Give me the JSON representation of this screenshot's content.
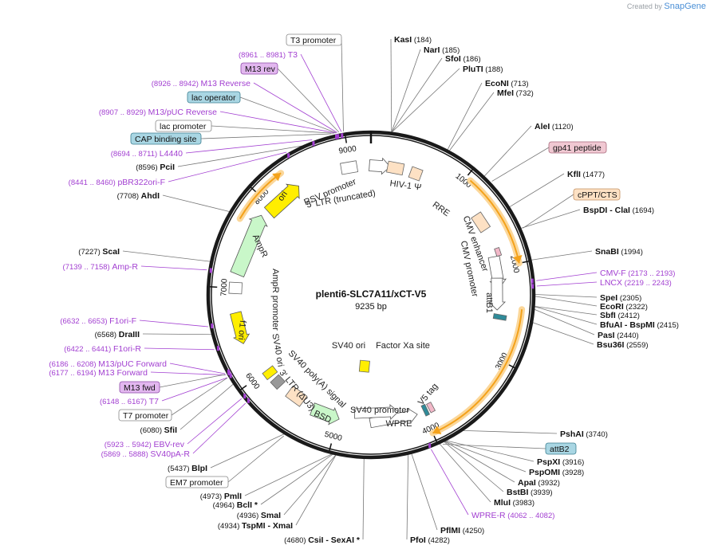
{
  "watermark": {
    "created_by": "Created by",
    "brand": "SnapGene"
  },
  "plasmid": {
    "name": "plenti6-SLC7A11/xCT-V5",
    "length": "9235 bp"
  },
  "ticks": [
    "1000",
    "2000",
    "3000",
    "4000",
    "5000",
    "6000",
    "7000",
    "8000",
    "9000"
  ],
  "colors": {
    "site_line": "#777777",
    "primer": "#a23fd1",
    "feature_arrow": "#f4a21b",
    "promoter_fill": "#ffffff",
    "cds_fill": "#c9f7c9",
    "ori_fill": "#ffee00",
    "ltr_fill": "#fde1c4",
    "misc_fill": "#f2b8c8",
    "teal_fill": "#2f8b99"
  },
  "site_labels": [
    {
      "name": "KasI",
      "pos": "(184)"
    },
    {
      "name": "NarI",
      "pos": "(185)"
    },
    {
      "name": "SfoI",
      "pos": "(186)"
    },
    {
      "name": "PluTI",
      "pos": "(188)"
    },
    {
      "name": "EcoNI",
      "pos": "(713)"
    },
    {
      "name": "MfeI",
      "pos": "(732)"
    },
    {
      "name": "AleI",
      "pos": "(1120)"
    },
    {
      "name": "KflI",
      "pos": "(1477)"
    },
    {
      "name": "BspDI",
      "name2": "ClaI",
      "pos": "(1694)"
    },
    {
      "name": "SnaBI",
      "pos": "(1994)"
    },
    {
      "name": "SpeI",
      "pos": "(2305)"
    },
    {
      "name": "EcoRI",
      "pos": "(2322)"
    },
    {
      "name": "SbfI",
      "pos": "(2412)"
    },
    {
      "name": "BfuAI",
      "name2": "BspMI",
      "pos": "(2415)"
    },
    {
      "name": "PasI",
      "pos": "(2440)"
    },
    {
      "name": "Bsu36I",
      "pos": "(2559)"
    },
    {
      "name": "PshAI",
      "pos": "(3740)"
    },
    {
      "name": "PspXI",
      "pos": "(3916)"
    },
    {
      "name": "PspOMI",
      "pos": "(3928)"
    },
    {
      "name": "ApaI",
      "pos": "(3932)"
    },
    {
      "name": "BstBI",
      "pos": "(3939)"
    },
    {
      "name": "MluI",
      "pos": "(3983)"
    },
    {
      "name": "PflMI",
      "pos": "(4250)"
    },
    {
      "name": "PfoI",
      "pos": "(4282)"
    },
    {
      "name": "CsiI",
      "name2": "SexAI *",
      "pos": "(4680)"
    },
    {
      "name": "TspMI",
      "name2": "XmaI",
      "pos": "(4934)"
    },
    {
      "name": "SmaI",
      "pos": "(4936)"
    },
    {
      "name": "BclI *",
      "pos": "(4964)"
    },
    {
      "name": "PmlI",
      "pos": "(4973)"
    },
    {
      "name": "BlpI",
      "pos": "(5437)"
    },
    {
      "name": "SfiI",
      "pos": "(6080)"
    },
    {
      "name": "DraIII",
      "pos": "(6568)"
    },
    {
      "name": "ScaI",
      "pos": "(7227)"
    },
    {
      "name": "AhdI",
      "pos": "(7708)"
    },
    {
      "name": "PciI",
      "pos": "(8596)"
    }
  ],
  "primer_labels": [
    {
      "name": "T3",
      "pos": "(8961 .. 8981)"
    },
    {
      "name": "M13 Reverse",
      "pos": "(8926 .. 8942)"
    },
    {
      "name": "M13/pUC Reverse",
      "pos": "(8907 .. 8929)"
    },
    {
      "name": "L4440",
      "pos": "(8694 .. 8711)"
    },
    {
      "name": "pBR322ori-F",
      "pos": "(8441 .. 8460)"
    },
    {
      "name": "CMV-F",
      "pos": "(2173 .. 2193)"
    },
    {
      "name": "LNCX",
      "pos": "(2219 .. 2243)"
    },
    {
      "name": "WPRE-R",
      "pos": "(4062 .. 4082)"
    },
    {
      "name": "Amp-R",
      "pos": "(7139 .. 7158)"
    },
    {
      "name": "F1ori-F",
      "pos": "(6632 .. 6653)"
    },
    {
      "name": "F1ori-R",
      "pos": "(6422 .. 6441)"
    },
    {
      "name": "M13/pUC Forward",
      "pos": "(6186 .. 6208)"
    },
    {
      "name": "M13 Forward",
      "pos": "(6177 .. 6194)"
    },
    {
      "name": "T7",
      "pos": "(6148 .. 6167)"
    },
    {
      "name": "EBV-rev",
      "pos": "(5923 .. 5942)"
    },
    {
      "name": "SV40pA-R",
      "pos": "(5869 .. 5888)"
    }
  ],
  "boxed_labels": [
    {
      "text": "T3 promoter",
      "style": "white"
    },
    {
      "text": "M13 rev",
      "style": "purple"
    },
    {
      "text": "lac operator",
      "style": "teal"
    },
    {
      "text": "lac promoter",
      "style": "white"
    },
    {
      "text": "CAP binding site",
      "style": "teal"
    },
    {
      "text": "gp41 peptide",
      "style": "pink"
    },
    {
      "text": "cPPT/CTS",
      "style": "peach"
    },
    {
      "text": "attB2",
      "style": "teal"
    },
    {
      "text": "M13 fwd",
      "style": "purple"
    },
    {
      "text": "T7 promoter",
      "style": "white"
    },
    {
      "text": "EM7 promoter",
      "style": "white"
    }
  ],
  "feature_labels": {
    "rsv": "RSV promoter",
    "ltr5": "5′ LTR (truncated)",
    "psi": "HIV-1 Ψ",
    "rre": "RRE",
    "cmv_enh": "CMV enhancer",
    "cmv_prom": "CMV promoter",
    "attb1": "attB1",
    "v5": "V5 tag",
    "wpre": "WPRE",
    "sv40_prom": "SV40 promoter",
    "bsd": "BSD",
    "ltr3": "3′ LTR (ΔU3)",
    "sv40_polya": "SV40 poly(A) signal",
    "sv40_ori_inner": "SV40 ori",
    "factor_xa": "Factor Xa site",
    "sv40_ori": "SV40 ori",
    "f1_ori": "f1 ori",
    "ampr_prom": "AmpR promoter",
    "ampr": "AmpR",
    "ori": "ori"
  }
}
